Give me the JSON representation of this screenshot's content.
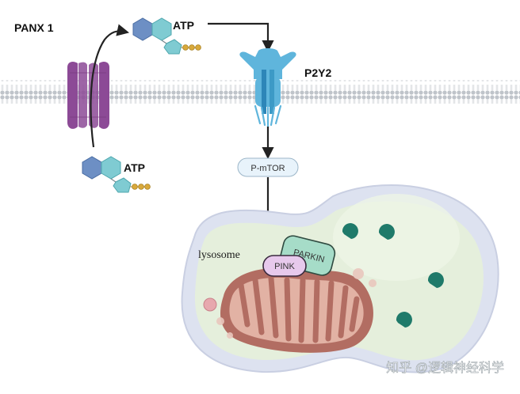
{
  "labels": {
    "panx1": "PANX 1",
    "atp_top": "ATP",
    "atp_bottom": "ATP",
    "p2y2": "P2Y2",
    "pmtor": "P-mTOR",
    "lysosome": "lysosome",
    "parkin": "PARKIN",
    "pink": "PINK"
  },
  "watermark": "知乎 @逻辑神经科学",
  "colors": {
    "channel": "#8c4a96",
    "receptor": "#5fb5dc",
    "hexagon": "#6d8fc4",
    "pentagon": "#7fcbd2",
    "phosphate": "#d9a93b",
    "lysosome_fill": "#e5efdc",
    "mito_outer": "#b26d62",
    "mito_inner": "#e2b2a4",
    "parkin": "#a6dcc8",
    "pink": "#e7c9ec",
    "vesicle": "#1f7a6a"
  }
}
